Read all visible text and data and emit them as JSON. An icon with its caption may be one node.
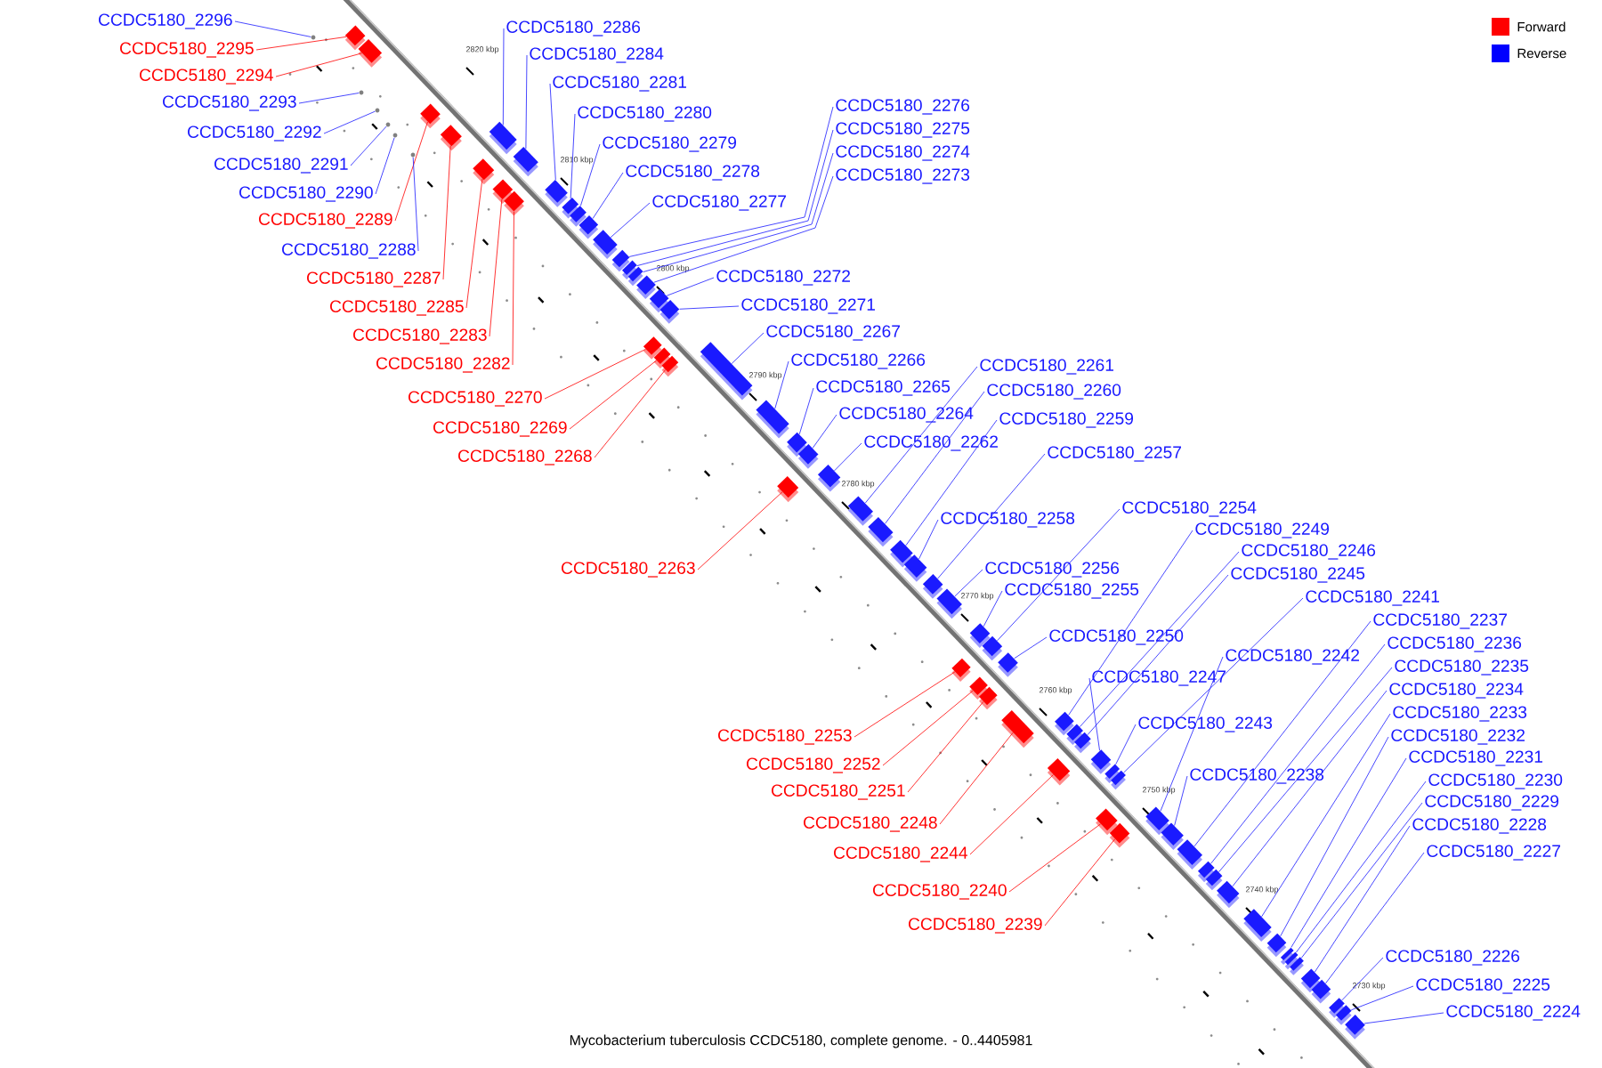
{
  "diagram": {
    "caption": "Mycobacterium tuberculosis CCDC5180, complete genome. - 0..4405981",
    "nodes": [
      {
        "text": [
          "CCDC5180_2296"
        ]
      },
      {
        "text": [
          "CCDC5180_2295"
        ]
      },
      {
        "text": [
          "CCDC5180_2294"
        ]
      },
      {
        "text": [
          "CCDC5180_2293"
        ]
      },
      {
        "text": [
          "CCDC5180_2292"
        ]
      },
      {
        "text": [
          "CCDC5180_2291"
        ]
      },
      {
        "text": [
          "CCDC5180_2290"
        ]
      },
      {
        "text": [
          "CCDC5180_2289"
        ]
      },
      {
        "text": [
          "CCDC5180_2288"
        ]
      },
      {
        "text": [
          "CCDC5180_2287"
        ]
      },
      {
        "text": [
          "CCDC5180_2285"
        ]
      },
      {
        "text": [
          "CCDC5180_2283"
        ]
      },
      {
        "text": [
          "CCDC5180_2282"
        ]
      },
      {
        "text": [
          "CCDC5180_2270"
        ]
      },
      {
        "text": [
          "CCDC5180_2269"
        ]
      },
      {
        "text": [
          "CCDC5180_2268"
        ]
      },
      {
        "text": [
          "CCDC5180_2263"
        ]
      },
      {
        "text": [
          "CCDC5180_2253"
        ]
      },
      {
        "text": [
          "CCDC5180_2252"
        ]
      },
      {
        "text": [
          "CCDC5180_2251"
        ]
      },
      {
        "text": [
          "CCDC5180_2248"
        ]
      },
      {
        "text": [
          "CCDC5180_2244"
        ]
      },
      {
        "text": [
          "CCDC5180_2240"
        ]
      },
      {
        "text": [
          "CCDC5180_2239"
        ]
      },
      {
        "text": [
          "CCDC5180_2286"
        ]
      },
      {
        "text": [
          "CCDC5180_2284"
        ]
      },
      {
        "text": [
          "CCDC5180_2281"
        ]
      },
      {
        "text": [
          "CCDC5180_2280"
        ]
      },
      {
        "text": [
          "CCDC5180_2279"
        ]
      },
      {
        "text": [
          "CCDC5180_2278"
        ]
      },
      {
        "text": [
          "CCDC5180_2277"
        ]
      },
      {
        "text": [
          "CCDC5180_2276"
        ]
      },
      {
        "text": [
          "CCDC5180_2275"
        ]
      },
      {
        "text": [
          "CCDC5180_2274"
        ]
      },
      {
        "text": [
          "CCDC5180_2273"
        ]
      },
      {
        "text": [
          "CCDC5180_2272"
        ]
      },
      {
        "text": [
          "CCDC5180_2271"
        ]
      },
      {
        "text": [
          "CCDC5180_2267"
        ]
      },
      {
        "text": [
          "CCDC5180_2266"
        ]
      },
      {
        "text": [
          "CCDC5180_2265"
        ]
      },
      {
        "text": [
          "CCDC5180_2264"
        ]
      },
      {
        "text": [
          "CCDC5180_2262"
        ]
      },
      {
        "text": [
          "CCDC5180_2261"
        ]
      },
      {
        "text": [
          "CCDC5180_2260"
        ]
      },
      {
        "text": [
          "CCDC5180_2259"
        ]
      },
      {
        "text": [
          "CCDC5180_2257"
        ]
      },
      {
        "text": [
          "CCDC5180_2258"
        ]
      },
      {
        "text": [
          "CCDC5180_2256"
        ]
      },
      {
        "text": [
          "CCDC5180_2255"
        ]
      },
      {
        "text": [
          "CCDC5180_2254"
        ]
      },
      {
        "text": [
          "CCDC5180_2250"
        ]
      },
      {
        "text": [
          "CCDC5180_2249"
        ]
      },
      {
        "text": [
          "CCDC5180_2246"
        ]
      },
      {
        "text": [
          "CCDC5180_2245"
        ]
      },
      {
        "text": [
          "CCDC5180_2247"
        ]
      },
      {
        "text": [
          "CCDC5180_2243"
        ]
      },
      {
        "text": [
          "CCDC5180_2241"
        ]
      },
      {
        "text": [
          "CCDC5180_2242"
        ]
      },
      {
        "text": [
          "CCDC5180_2238"
        ]
      },
      {
        "text": [
          "CCDC5180_2237"
        ]
      },
      {
        "text": [
          "CCDC5180_2236"
        ]
      },
      {
        "text": [
          "CCDC5180_2235"
        ]
      },
      {
        "text": [
          "CCDC5180_2234"
        ]
      },
      {
        "text": [
          "CCDC5180_2233"
        ]
      },
      {
        "text": [
          "CCDC5180_2232"
        ]
      },
      {
        "text": [
          "CCDC5180_2231"
        ]
      },
      {
        "text": [
          "CCDC5180_2230"
        ]
      },
      {
        "text": [
          "CCDC5180_2229"
        ]
      },
      {
        "text": [
          "CCDC5180_2228"
        ]
      },
      {
        "text": [
          "CCDC5180_2227"
        ]
      },
      {
        "text": [
          "CCDC5180_2226"
        ]
      },
      {
        "text": [
          "CCDC5180_2225"
        ]
      },
      {
        "text": [
          "CCDC5180_2224"
        ]
      },
      {
        "text": [],
        "shape": "circle"
      },
      {
        "text": [],
        "shape": "box"
      },
      {
        "text": [],
        "shape": "box"
      },
      {
        "text": [],
        "shape": "circle"
      },
      {
        "text": [],
        "shape": "circle"
      },
      {
        "text": [],
        "shape": "circle"
      },
      {
        "text": [],
        "shape": "circle"
      },
      {
        "text": [],
        "shape": "box"
      },
      {
        "text": [],
        "shape": "circle"
      },
      {
        "text": [],
        "shape": "box"
      },
      {
        "text": [],
        "shape": "box"
      },
      {
        "text": [],
        "shape": "box"
      },
      {
        "text": [],
        "shape": "box"
      },
      {
        "text": [],
        "shape": "box"
      },
      {
        "text": [],
        "shape": "box"
      },
      {
        "text": [],
        "shape": "box"
      },
      {
        "text": [],
        "shape": "box"
      },
      {
        "text": [],
        "shape": "box"
      },
      {
        "text": [],
        "shape": "box"
      },
      {
        "text": [],
        "shape": "box"
      },
      {
        "text": [],
        "shape": "box"
      },
      {
        "text": [],
        "shape": "box"
      },
      {
        "text": [],
        "shape": "box"
      },
      {
        "text": [],
        "shape": "box"
      },
      {
        "text": [],
        "shape": "box"
      },
      {
        "text": [],
        "shape": "box"
      },
      {
        "text": [],
        "shape": "box"
      },
      {
        "text": [],
        "shape": "box"
      },
      {
        "text": [],
        "shape": "box"
      },
      {
        "text": [],
        "shape": "box"
      },
      {
        "text": [],
        "shape": "box"
      },
      {
        "text": [],
        "shape": "box"
      },
      {
        "text": [],
        "shape": "box"
      },
      {
        "text": [],
        "shape": "box"
      },
      {
        "text": [],
        "shape": "box"
      },
      {
        "text": [],
        "shape": "box"
      },
      {
        "text": [],
        "shape": "box"
      },
      {
        "text": [],
        "shape": "box"
      },
      {
        "text": [],
        "shape": "box"
      },
      {
        "text": [],
        "shape": "box"
      },
      {
        "text": [],
        "shape": "box"
      },
      {
        "text": [],
        "shape": "box"
      },
      {
        "text": [],
        "shape": "box"
      },
      {
        "text": [],
        "shape": "box"
      },
      {
        "text": [],
        "shape": "box"
      },
      {
        "text": [],
        "shape": "box"
      },
      {
        "text": [],
        "shape": "box"
      },
      {
        "text": [],
        "shape": "box"
      },
      {
        "text": [],
        "shape": "box"
      },
      {
        "text": [],
        "shape": "box"
      },
      {
        "text": [],
        "shape": "box"
      },
      {
        "text": [],
        "shape": "box"
      },
      {
        "text": [],
        "shape": "box"
      },
      {
        "text": [],
        "shape": "box"
      },
      {
        "text": [],
        "shape": "box"
      },
      {
        "text": [],
        "shape": "box"
      },
      {
        "text": [],
        "shape": "box"
      },
      {
        "text": [],
        "shape": "box"
      },
      {
        "text": [],
        "shape": "box"
      },
      {
        "text": [],
        "shape": "box"
      },
      {
        "text": [],
        "shape": "box"
      },
      {
        "text": [],
        "shape": "box"
      },
      {
        "text": [],
        "shape": "box"
      },
      {
        "text": [],
        "shape": "box"
      },
      {
        "text": [],
        "shape": "box"
      },
      {
        "text": [],
        "shape": "box"
      },
      {
        "text": [],
        "shape": "box"
      },
      {
        "text": [],
        "shape": "box"
      },
      {
        "text": [],
        "shape": "box"
      },
      {
        "text": [],
        "shape": "box"
      },
      {
        "text": [],
        "shape": "box"
      },
      {
        "text": [],
        "shape": "box"
      },
      {
        "text": [],
        "shape": "box"
      }
    ],
    "edges": [
      {
        "from": 0,
        "to": 73,
        "arrow": "none"
      },
      {
        "from": 1,
        "to": 74,
        "arrow": "none",
        "color": "#ff0000"
      },
      {
        "from": 2,
        "to": 75,
        "arrow": "none",
        "color": "#ff0000"
      },
      {
        "from": 3,
        "to": 76,
        "arrow": "none"
      },
      {
        "from": 4,
        "to": 77,
        "arrow": "none"
      },
      {
        "from": 5,
        "to": 78,
        "arrow": "none"
      },
      {
        "from": 6,
        "to": 79,
        "arrow": "none"
      },
      {
        "from": 7,
        "to": 80,
        "arrow": "none",
        "color": "#ff0000"
      },
      {
        "from": 8,
        "to": 81,
        "arrow": "none"
      },
      {
        "from": 9,
        "to": 82,
        "arrow": "none",
        "color": "#ff0000"
      },
      {
        "from": 10,
        "to": 83,
        "arrow": "none",
        "color": "#ff0000"
      },
      {
        "from": 11,
        "to": 84,
        "arrow": "none",
        "color": "#ff0000"
      },
      {
        "from": 12,
        "to": 85,
        "arrow": "none",
        "color": "#ff0000"
      },
      {
        "from": 13,
        "to": 86,
        "arrow": "none",
        "color": "#ff0000"
      },
      {
        "from": 14,
        "to": 87,
        "arrow": "none",
        "color": "#ff0000"
      },
      {
        "from": 15,
        "to": 88,
        "arrow": "none",
        "color": "#ff0000"
      },
      {
        "from": 16,
        "to": 89,
        "arrow": "none",
        "color": "#ff0000"
      },
      {
        "from": 17,
        "to": 90,
        "arrow": "none",
        "color": "#ff0000"
      },
      {
        "from": 18,
        "to": 91,
        "arrow": "none",
        "color": "#ff0000"
      },
      {
        "from": 19,
        "to": 92,
        "arrow": "none",
        "color": "#ff0000"
      },
      {
        "from": 20,
        "to": 93,
        "arrow": "none",
        "color": "#ff0000"
      },
      {
        "from": 21,
        "to": 94,
        "arrow": "none",
        "color": "#ff0000"
      },
      {
        "from": 22,
        "to": 95,
        "arrow": "none",
        "color": "#ff0000"
      },
      {
        "from": 23,
        "to": 96,
        "arrow": "none",
        "color": "#ff0000"
      },
      {
        "from": 24,
        "to": 97,
        "arrow": "none"
      },
      {
        "from": 25,
        "to": 98,
        "arrow": "none"
      },
      {
        "from": 26,
        "to": 99,
        "arrow": "none"
      },
      {
        "from": 27,
        "to": 100,
        "arrow": "none"
      },
      {
        "from": 28,
        "to": 101,
        "arrow": "none"
      },
      {
        "from": 29,
        "to": 102,
        "arrow": "none"
      },
      {
        "from": 30,
        "to": 103,
        "arrow": "none"
      },
      {
        "from": 31,
        "to": 104,
        "arrow": "none"
      },
      {
        "from": 32,
        "to": 105,
        "arrow": "none"
      },
      {
        "from": 33,
        "to": 106,
        "arrow": "none"
      },
      {
        "from": 34,
        "to": 107,
        "arrow": "none"
      },
      {
        "from": 35,
        "to": 108,
        "arrow": "none"
      },
      {
        "from": 36,
        "to": 109,
        "arrow": "none"
      },
      {
        "from": 37,
        "to": 110,
        "arrow": "none"
      },
      {
        "from": 38,
        "to": 111,
        "arrow": "none"
      },
      {
        "from": 39,
        "to": 112,
        "arrow": "none"
      },
      {
        "from": 40,
        "to": 113,
        "arrow": "none"
      },
      {
        "from": 41,
        "to": 114,
        "arrow": "none"
      },
      {
        "from": 42,
        "to": 115,
        "arrow": "none"
      },
      {
        "from": 43,
        "to": 116,
        "arrow": "none"
      },
      {
        "from": 44,
        "to": 117,
        "arrow": "none"
      },
      {
        "from": 45,
        "to": 118,
        "arrow": "none"
      },
      {
        "from": 46,
        "to": 119,
        "arrow": "none"
      },
      {
        "from": 47,
        "to": 120,
        "arrow": "none"
      },
      {
        "from": 48,
        "to": 121,
        "arrow": "none"
      },
      {
        "from": 49,
        "to": 122,
        "arrow": "none"
      },
      {
        "from": 50,
        "to": 123,
        "arrow": "none"
      },
      {
        "from": 51,
        "to": 124,
        "arrow": "none"
      },
      {
        "from": 52,
        "to": 125,
        "arrow": "none"
      },
      {
        "from": 53,
        "to": 126,
        "arrow": "none"
      },
      {
        "from": 54,
        "to": 127,
        "arrow": "none"
      },
      {
        "from": 55,
        "to": 128,
        "arrow": "none"
      },
      {
        "from": 56,
        "to": 129,
        "arrow": "none"
      },
      {
        "from": 57,
        "to": 130,
        "arrow": "none"
      },
      {
        "from": 58,
        "to": 131,
        "arrow": "none"
      },
      {
        "from": 59,
        "to": 132,
        "arrow": "none"
      },
      {
        "from": 60,
        "to": 133,
        "arrow": "none"
      },
      {
        "from": 61,
        "to": 134,
        "arrow": "none"
      },
      {
        "from": 62,
        "to": 135,
        "arrow": "none"
      },
      {
        "from": 63,
        "to": 136,
        "arrow": "none"
      },
      {
        "from": 64,
        "to": 137,
        "arrow": "none"
      },
      {
        "from": 65,
        "to": 138,
        "arrow": "none"
      },
      {
        "from": 66,
        "to": 139,
        "arrow": "none"
      },
      {
        "from": 67,
        "to": 140,
        "arrow": "none"
      },
      {
        "from": 68,
        "to": 141,
        "arrow": "none"
      },
      {
        "from": 69,
        "to": 142,
        "arrow": "none"
      },
      {
        "from": 70,
        "to": 143,
        "arrow": "none"
      },
      {
        "from": 71,
        "to": 144,
        "arrow": "none"
      },
      {
        "from": 72,
        "to": 145,
        "arrow": "none"
      }
    ],
    "labels": [
      "2820 kbp",
      "2810 kbp",
      "2800 kbp",
      "2790 kbp",
      "2780 kbp",
      "2770 kbp",
      "2760 kbp",
      "2750 kbp",
      "2740 kbp",
      "2730 kbp"
    ],
    "legend": [
      {
        "text": "Forward",
        "color": "#ff0000"
      },
      {
        "text": "Reverse",
        "color": "#0000ff"
      }
    ]
  }
}
